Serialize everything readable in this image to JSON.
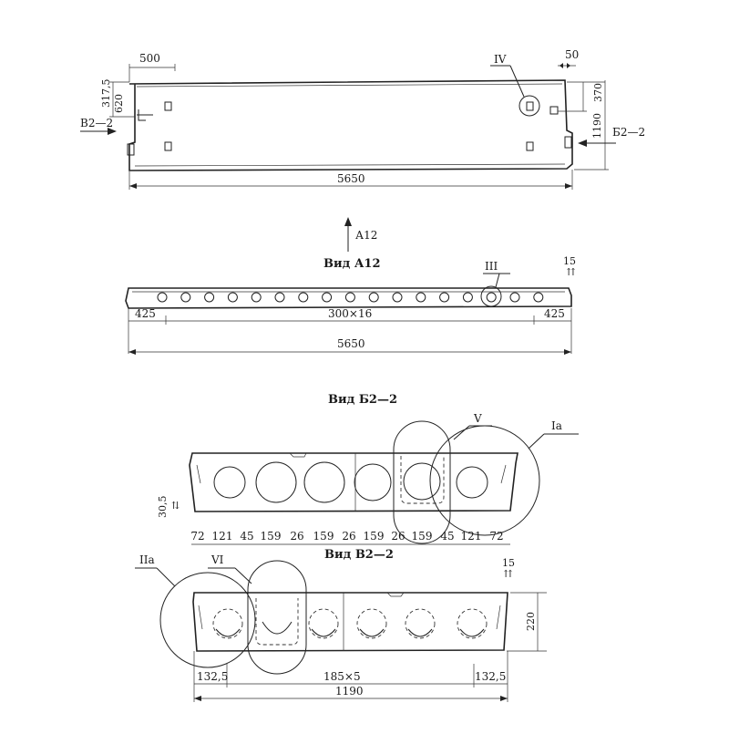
{
  "plan": {
    "dim_top_left": "500",
    "dim_top_right": "50",
    "dim_left_a": "317,5",
    "dim_left_b": "620",
    "dim_right_a": "370",
    "dim_right_b": "1190",
    "dim_length": "5650",
    "section_left": "В2—2",
    "section_right": "Б2—2",
    "callout": "IV"
  },
  "view_a12": {
    "arrow_label": "А12",
    "title": "Вид А12",
    "callout": "III",
    "mark_15": "15",
    "dim_left": "425",
    "dim_middle": "300×16",
    "dim_right": "425",
    "dim_total": "5650"
  },
  "view_b22": {
    "title": "Вид Б2—2",
    "callout_v": "V",
    "callout_ia": "Iа",
    "dim_side": "30,5",
    "dims": [
      "72",
      "121",
      "45",
      "159",
      "26",
      "159",
      "26",
      "159",
      "26",
      "159",
      "45",
      "121",
      "72"
    ]
  },
  "view_v22": {
    "title": "Вид В2—2",
    "callout_iia": "IIа",
    "callout_vi": "VI",
    "mark_15": "15",
    "dim_height": "220",
    "dim_left": "132,5",
    "dim_middle": "185×5",
    "dim_right": "132,5",
    "dim_total": "1190"
  }
}
